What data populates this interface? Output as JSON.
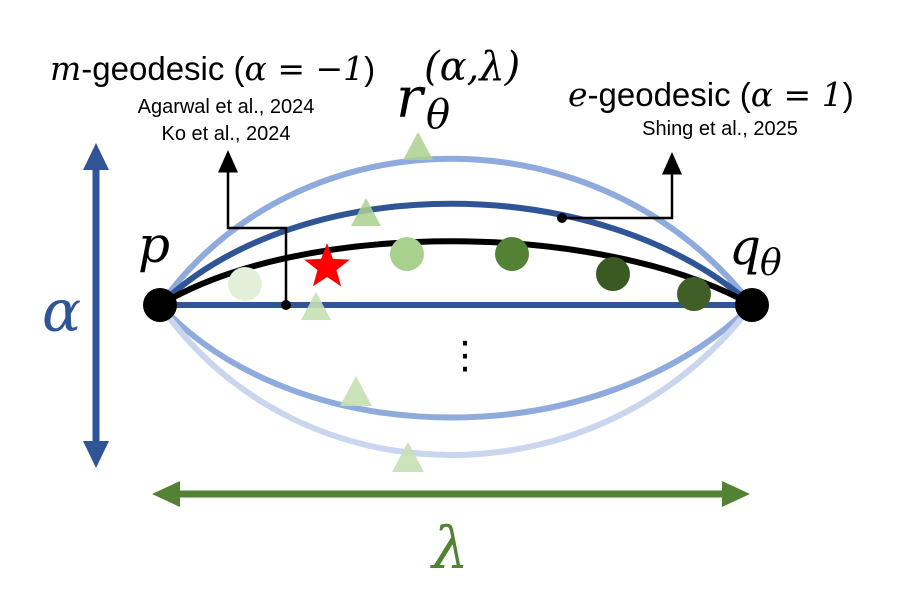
{
  "labels": {
    "m_geodesic": {
      "symbol": "m",
      "text": "-geodesic (",
      "param": "α = −1",
      "close": ")"
    },
    "m_refs": [
      "Agarwal et al., 2024",
      "Ko et al., 2024"
    ],
    "e_geodesic": {
      "symbol": "e",
      "text": "-geodesic (",
      "param": "α = 1",
      "close": ")"
    },
    "e_refs": [
      "Shing et al., 2025"
    ],
    "r_symbol": "r",
    "r_sub": "θ",
    "r_sup": "(α,λ)",
    "p": "p",
    "q": "q",
    "q_sub": "θ",
    "alpha": "α",
    "lambda": "λ",
    "vdots": "⋮"
  },
  "colors": {
    "navy": "#2f5597",
    "mid_blue": "#8faadc",
    "light_blue": "#c9d6ee",
    "black": "#000000",
    "green_arrow": "#548235",
    "star": "#ff0000",
    "marker_1": "#e2efd9",
    "marker_2": "#c5e0b4",
    "marker_3": "#a9d18e",
    "marker_4": "#548235",
    "marker_5": "#3a5a23",
    "marker_6": "#3f5f27"
  }
}
